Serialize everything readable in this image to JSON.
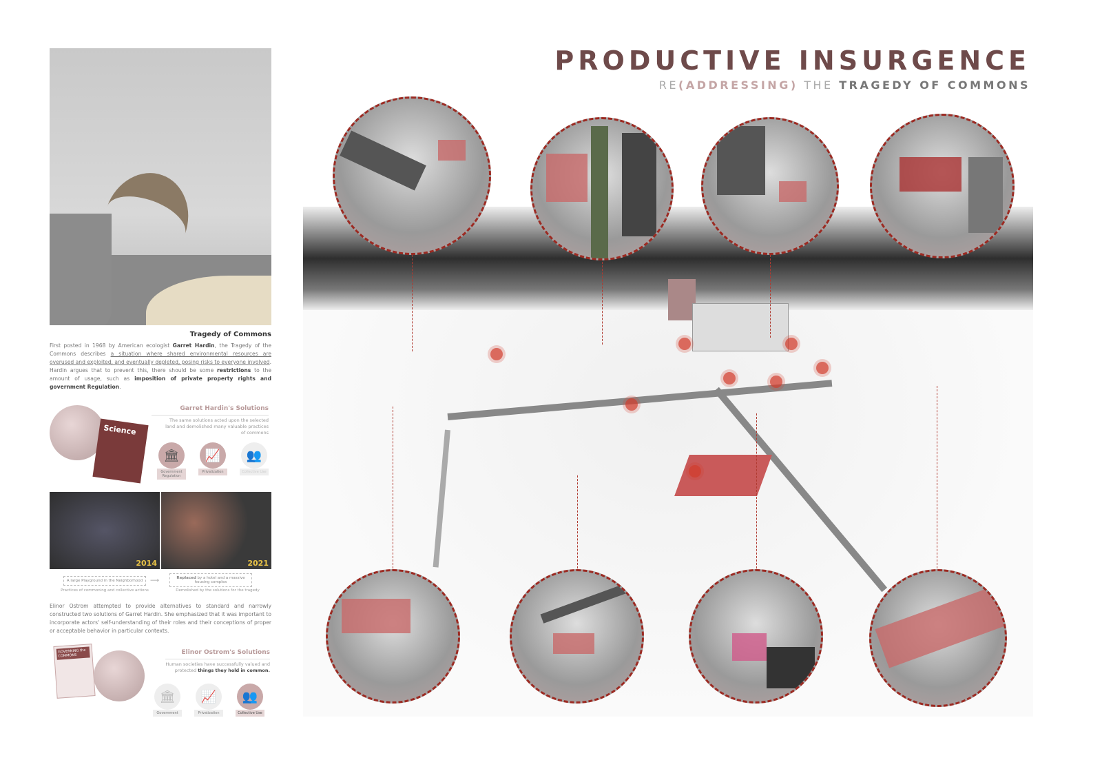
{
  "header": {
    "title": "PRODUCTIVE INSURGENCE",
    "subtitle_pre": "RE",
    "subtitle_paren": "(ADDRESSING)",
    "subtitle_the": " THE ",
    "subtitle_post": "TRAGEDY OF COMMONS"
  },
  "left": {
    "caption": "Tragedy of Commons",
    "intro": {
      "t1": "First posted in 1968 by American ecologist ",
      "b1": "Garret Hardin",
      "t2": ", the Tragedy of the Commons describes ",
      "u1": "a situation where shared environmental resources are overused and exploited, and eventually depleted, posing risks to everyone involved",
      "t3": ". Hardin argues that to prevent this, there should be some ",
      "b2": "restrictions",
      "t4": " to the amount of usage, such as ",
      "b3": "imposition of private property rights and government Regulation",
      "t5": "."
    },
    "hardin": {
      "title": "Garret Hardin's Solutions",
      "desc": "The same solutions acted upon the selected land and demolished many valuable practices of commons",
      "book": "Science",
      "icons": [
        {
          "icon": "government-icon",
          "label": "Government Regulation"
        },
        {
          "icon": "privatization-icon",
          "label": "Privatization"
        },
        {
          "icon": "collective-use-icon",
          "label": "Collective Use"
        }
      ]
    },
    "satellite": {
      "year1": "2014",
      "year2": "2021",
      "box1": "A large Playground in the Neighborhood",
      "box2_b": "Replaced",
      "box2": " by a hotel and a massive housing complex",
      "cap1": "Practices of commoning and collective actions",
      "cap2": "Demolished by the solutions for the tragedy"
    },
    "ostrom_para": "Elinor Ostrom attempted to provide alternatives to standard and narrowly constructed two solutions of Garret Hardin. She emphasized that it was important to incorporate actors' self-understanding of their roles and their conceptions of proper or acceptable behavior in particular contexts.",
    "ostrom": {
      "title": "Elinor Ostrom's Solutions",
      "desc": "Human societies have successfully valued and protected ",
      "desc_b": "things they hold in common.",
      "book": "GOVERNING the COMMONS",
      "icons": [
        {
          "icon": "government-icon",
          "label": "Government"
        },
        {
          "icon": "privatization-icon",
          "label": "Privatization"
        },
        {
          "icon": "collective-use-icon",
          "label": "Collective Use"
        }
      ]
    }
  },
  "colors": {
    "title": "#6e4a4a",
    "accent": "#9c2a22",
    "muted_pink": "#c4a5a5"
  }
}
